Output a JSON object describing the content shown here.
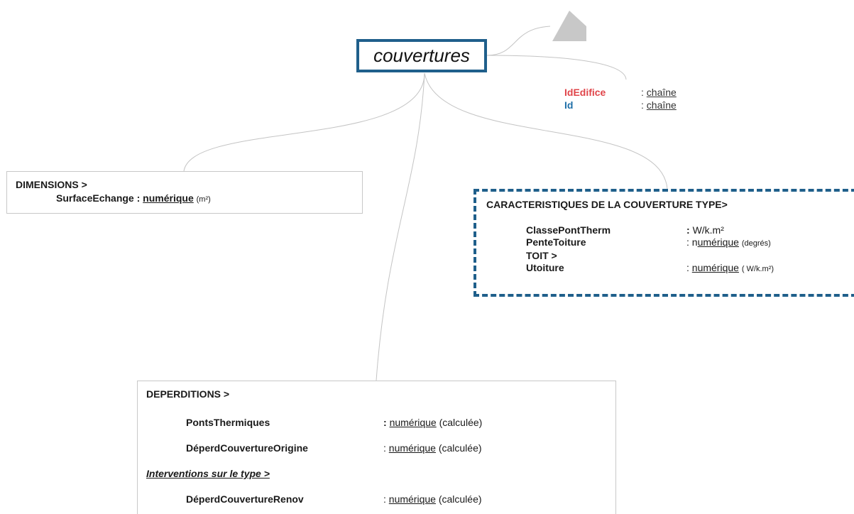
{
  "root": {
    "title": "couvertures"
  },
  "identifiers": [
    {
      "key": "IdEdifice",
      "sep": ": ",
      "type": "chaîne",
      "color": "#e0454a"
    },
    {
      "key": "Id",
      "sep": ": ",
      "type": "chaîne",
      "color": "#1f6fa8"
    }
  ],
  "dimensions": {
    "header": "DIMENSIONS >",
    "field_name": "SurfaceEchange",
    "field_sep": " : ",
    "field_type": "numérique",
    "field_unit": "(m²)"
  },
  "caracteristiques": {
    "header": "CARACTERISTIQUES DE LA COUVERTURE TYPE>",
    "rows": [
      {
        "key": "ClassePontTherm",
        "sep": ": ",
        "pre": "",
        "type": "",
        "post": "W/k.m²"
      },
      {
        "key": "PenteToiture",
        "sep": ": ",
        "pre": "n",
        "type": "umérique",
        "post": "(degrés)"
      },
      {
        "key": "TOIT >",
        "sep": "",
        "pre": "",
        "type": "",
        "post": ""
      },
      {
        "key": "Utoiture",
        "sep": ": ",
        "pre": "",
        "type": "numérique",
        "post": "( W/k.m²)"
      }
    ]
  },
  "deperditions": {
    "header": "DEPERDITIONS >",
    "rows": [
      {
        "key": "PontsThermiques",
        "sep": ": ",
        "type": "numérique",
        "post": "(calculée)"
      },
      {
        "key": "DéperdCouvertureOrigine",
        "sep": ": ",
        "type": "numérique",
        "post": "(calculée)"
      }
    ],
    "subheader": "Interventions sur le type > ",
    "rows_after": [
      {
        "key": "DéperdCouvertureRenov",
        "sep": ": ",
        "type": "numérique",
        "post": "(calculée)"
      }
    ]
  },
  "colors": {
    "accent": "#1f5f8b",
    "connector": "#c4c4c4",
    "parent_marker": "#c8c8c8"
  }
}
